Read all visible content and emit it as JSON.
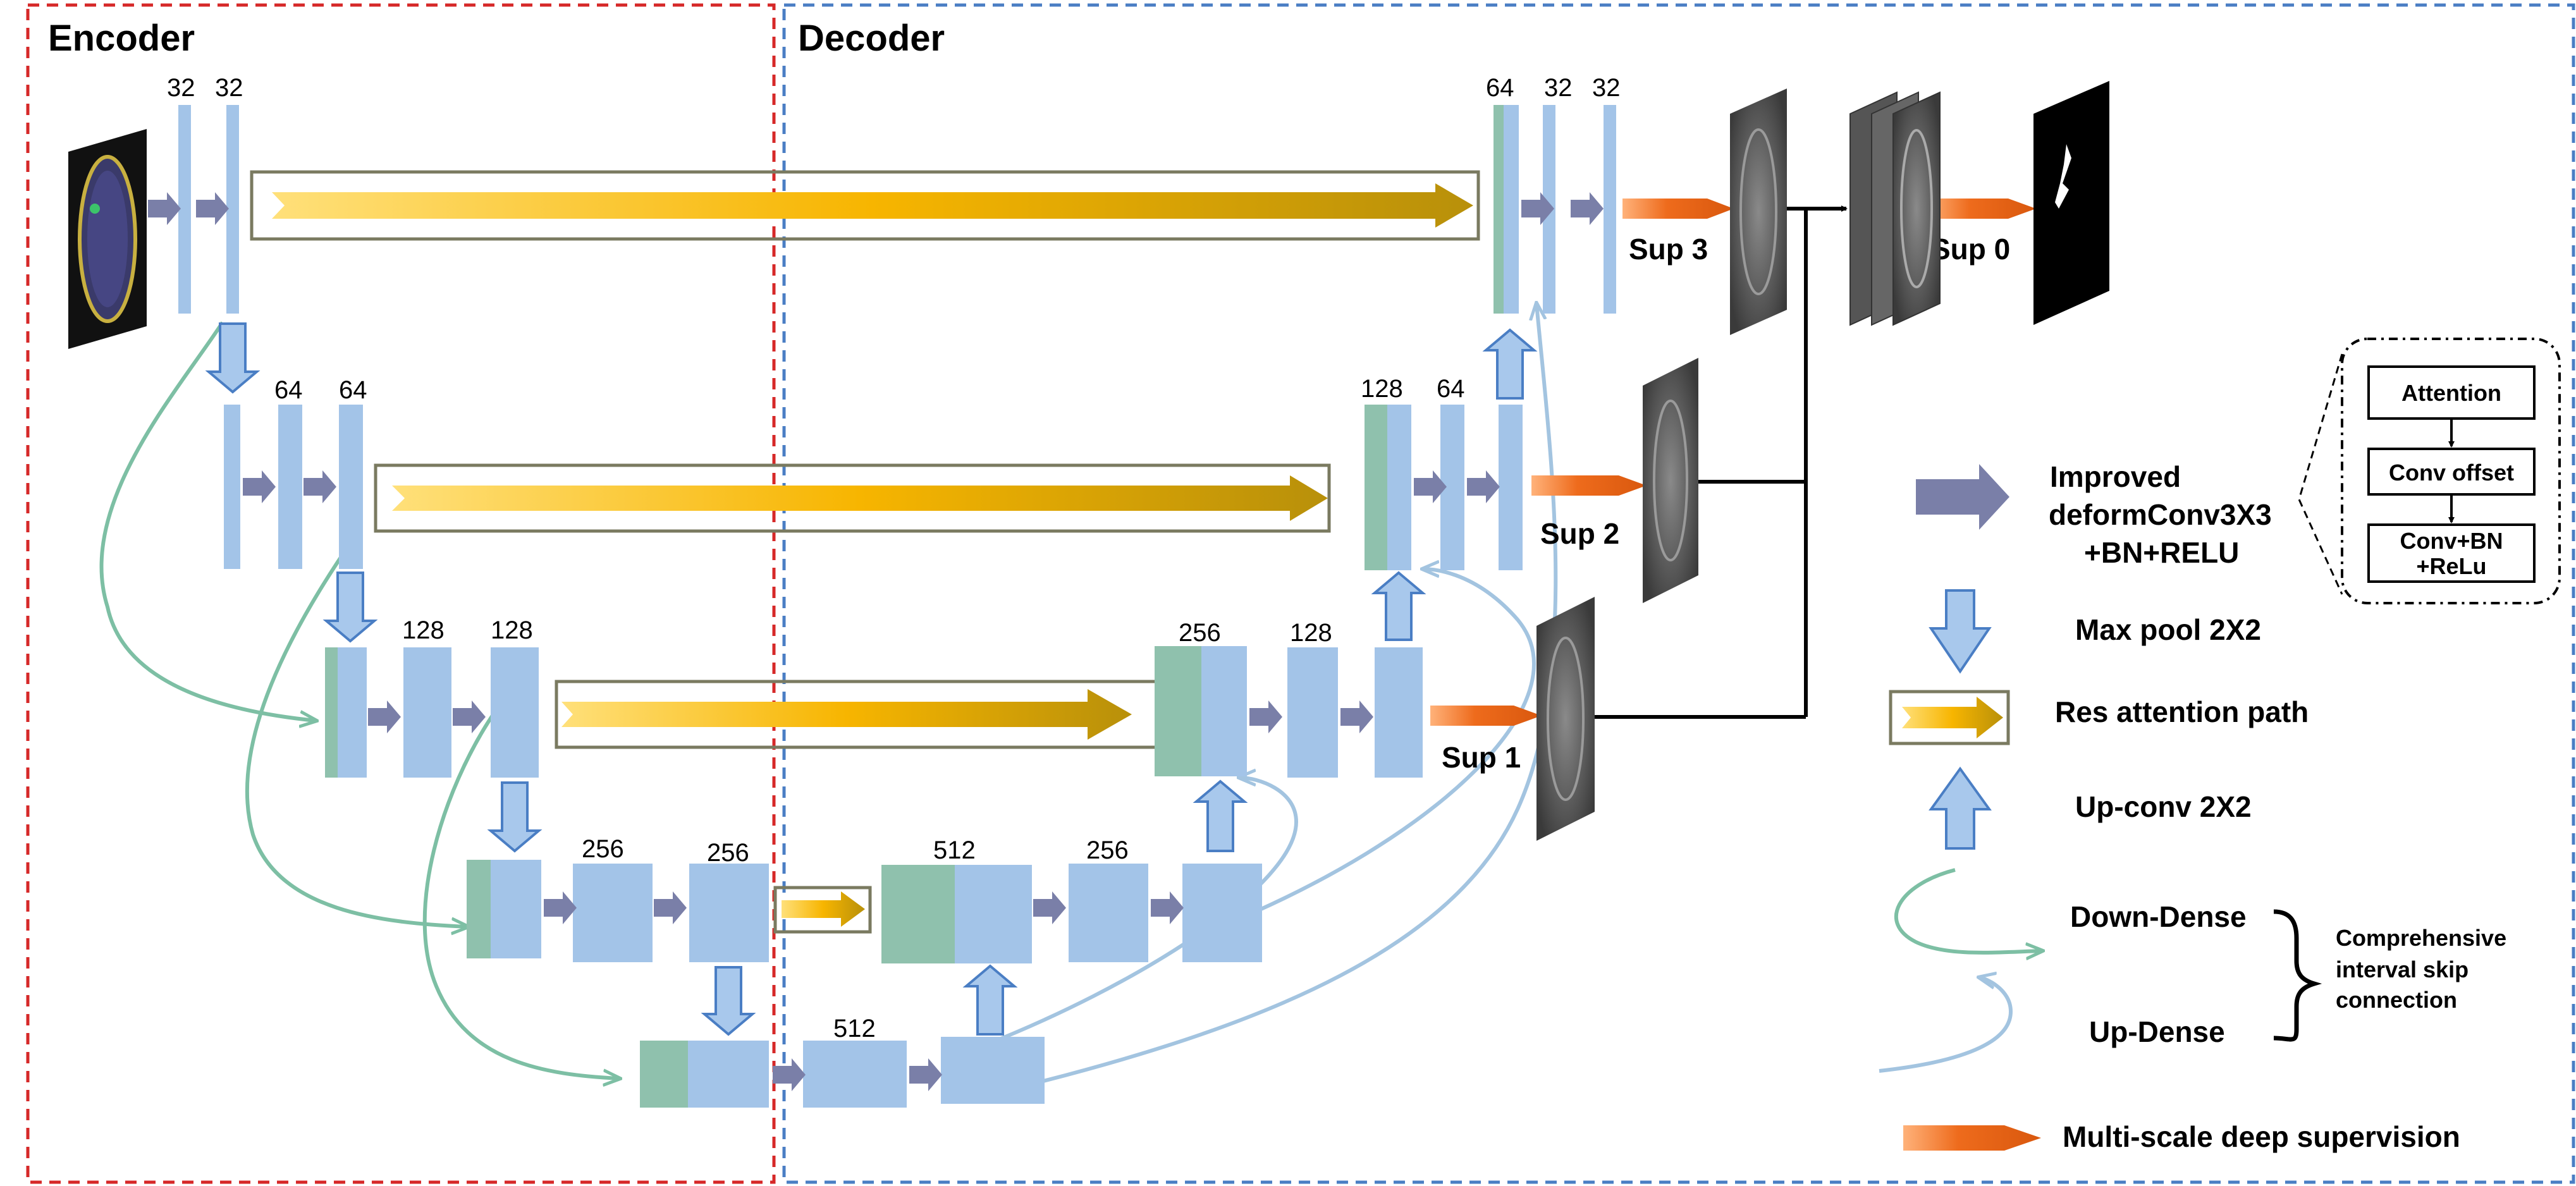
{
  "encoder_title": "Encoder",
  "decoder_title": "Decoder",
  "channels": {
    "e1a": "32",
    "e1b": "32",
    "e2a": "64",
    "e2b": "64",
    "e3a": "128",
    "e3b": "128",
    "e4a": "256",
    "e4b": "256",
    "e5a": "512",
    "d4a": "512",
    "d4b": "256",
    "d3a": "256",
    "d3b": "128",
    "d2a": "128",
    "d2b": "64",
    "d1a": "64",
    "d1b": "32",
    "d1c": "32"
  },
  "sup_labels": {
    "sup0": "Sup 0",
    "sup1": "Sup 1",
    "sup2": "Sup 2",
    "sup3": "Sup 3"
  },
  "legend": {
    "conv_line1": "Improved",
    "conv_line2": "deformConv3X3",
    "conv_line3": "+BN+RELU",
    "maxpool": "Max pool 2X2",
    "res_attention": "Res attention path",
    "upconv": "Up-conv 2X2",
    "down_dense": "Down-Dense",
    "up_dense": "Up-Dense",
    "skip_line1": "Comprehensive",
    "skip_line2": "interval skip",
    "skip_line3": "connection",
    "deep_supervision": "Multi-scale deep supervision"
  },
  "detail_box": {
    "attention": "Attention",
    "conv_offset": "Conv offset",
    "convbn_line1": "Conv+BN",
    "convbn_line2": "+ReLu"
  },
  "colors": {
    "block": "#a3c4e8",
    "concat": "#8fc1ad",
    "conv_arrow": "#7a7fa8",
    "pool_arrow": "#a8c8ec",
    "pool_stroke": "#4a7ec4",
    "gold_start": "#ffe07a",
    "gold_mid": "#f7b500",
    "gold_end": "#b8900a",
    "orange": "#ee6b1c",
    "down_dense": "#7dbfa4",
    "up_dense": "#a3c4e0",
    "encoder_border": "#d62828",
    "decoder_border": "#4a7ec4"
  }
}
